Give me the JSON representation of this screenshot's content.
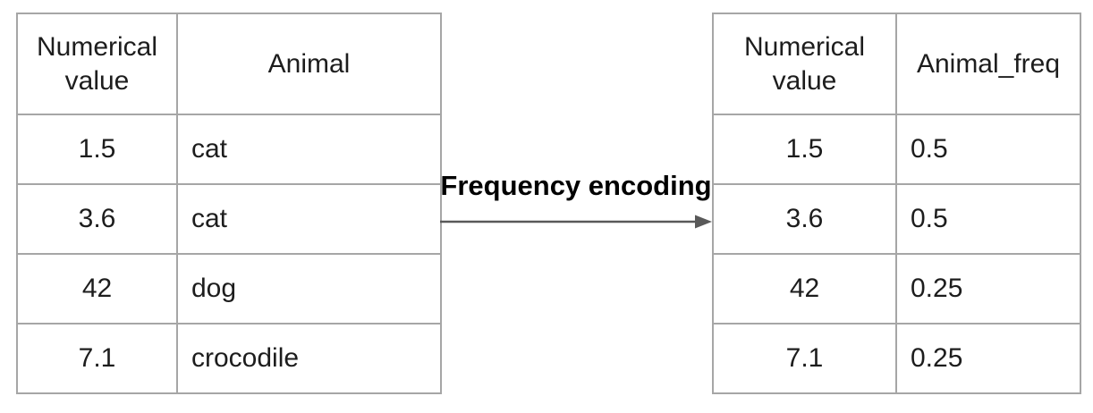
{
  "theme": {
    "background": "#ffffff",
    "border_color": "#a6a6a6",
    "arrow_color": "#595959",
    "text_color": "#1d1d1d",
    "label_color": "#000000"
  },
  "diagram": {
    "transform_label": "Frequency encoding",
    "arrow_icon": "right-arrow"
  },
  "left_table": {
    "columns": [
      "Numerical value",
      "Animal"
    ],
    "rows": [
      [
        "1.5",
        "cat"
      ],
      [
        "3.6",
        "cat"
      ],
      [
        "42",
        "dog"
      ],
      [
        "7.1",
        "crocodile"
      ]
    ]
  },
  "right_table": {
    "columns": [
      "Numerical value",
      "Animal_freq"
    ],
    "rows": [
      [
        "1.5",
        "0.5"
      ],
      [
        "3.6",
        "0.5"
      ],
      [
        "42",
        "0.25"
      ],
      [
        "7.1",
        "0.25"
      ]
    ]
  }
}
